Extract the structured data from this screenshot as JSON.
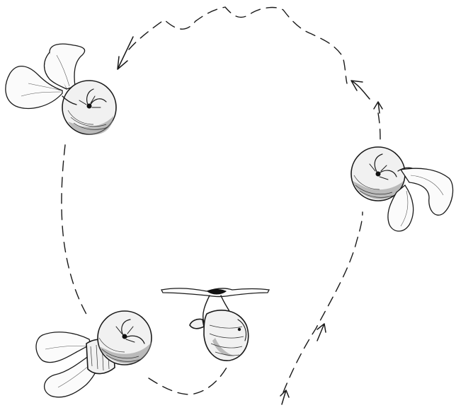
{
  "figure": {
    "description_visible_text": "",
    "colors": {
      "ink": "#1a1a1a",
      "paper": "#ffffff",
      "shading": "#8c8c8c"
    }
  },
  "stages": [
    {
      "id": "top-left"
    },
    {
      "id": "right"
    },
    {
      "id": "bottom-left"
    },
    {
      "id": "bottom-center"
    }
  ],
  "icons": {
    "arrow": "arrowhead",
    "snail": "pteropod-snail"
  }
}
